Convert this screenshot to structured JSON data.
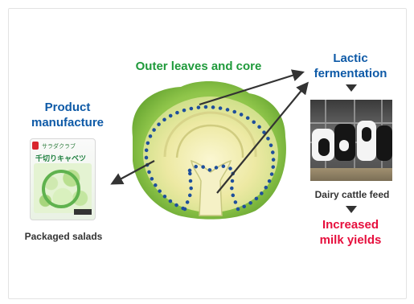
{
  "labels": {
    "product_manufacture": [
      "Product",
      "manufacture"
    ],
    "outer_leaves_core": "Outer leaves and core",
    "lactic_fermentation": [
      "Lactic",
      "fermentation"
    ],
    "packaged_salads": "Packaged salads",
    "dairy_cattle_feed": "Dairy cattle feed",
    "increased_milk_yields": [
      "Increased",
      "milk yields"
    ]
  },
  "package": {
    "brand": "サラダクラブ",
    "title": "千切りキャベツ"
  },
  "colors": {
    "heading_blue": "#0e5aa7",
    "heading_green": "#1f9a3b",
    "result_red": "#e60f3d",
    "dots_blue": "#1e4f9c",
    "arrow": "#333333"
  }
}
